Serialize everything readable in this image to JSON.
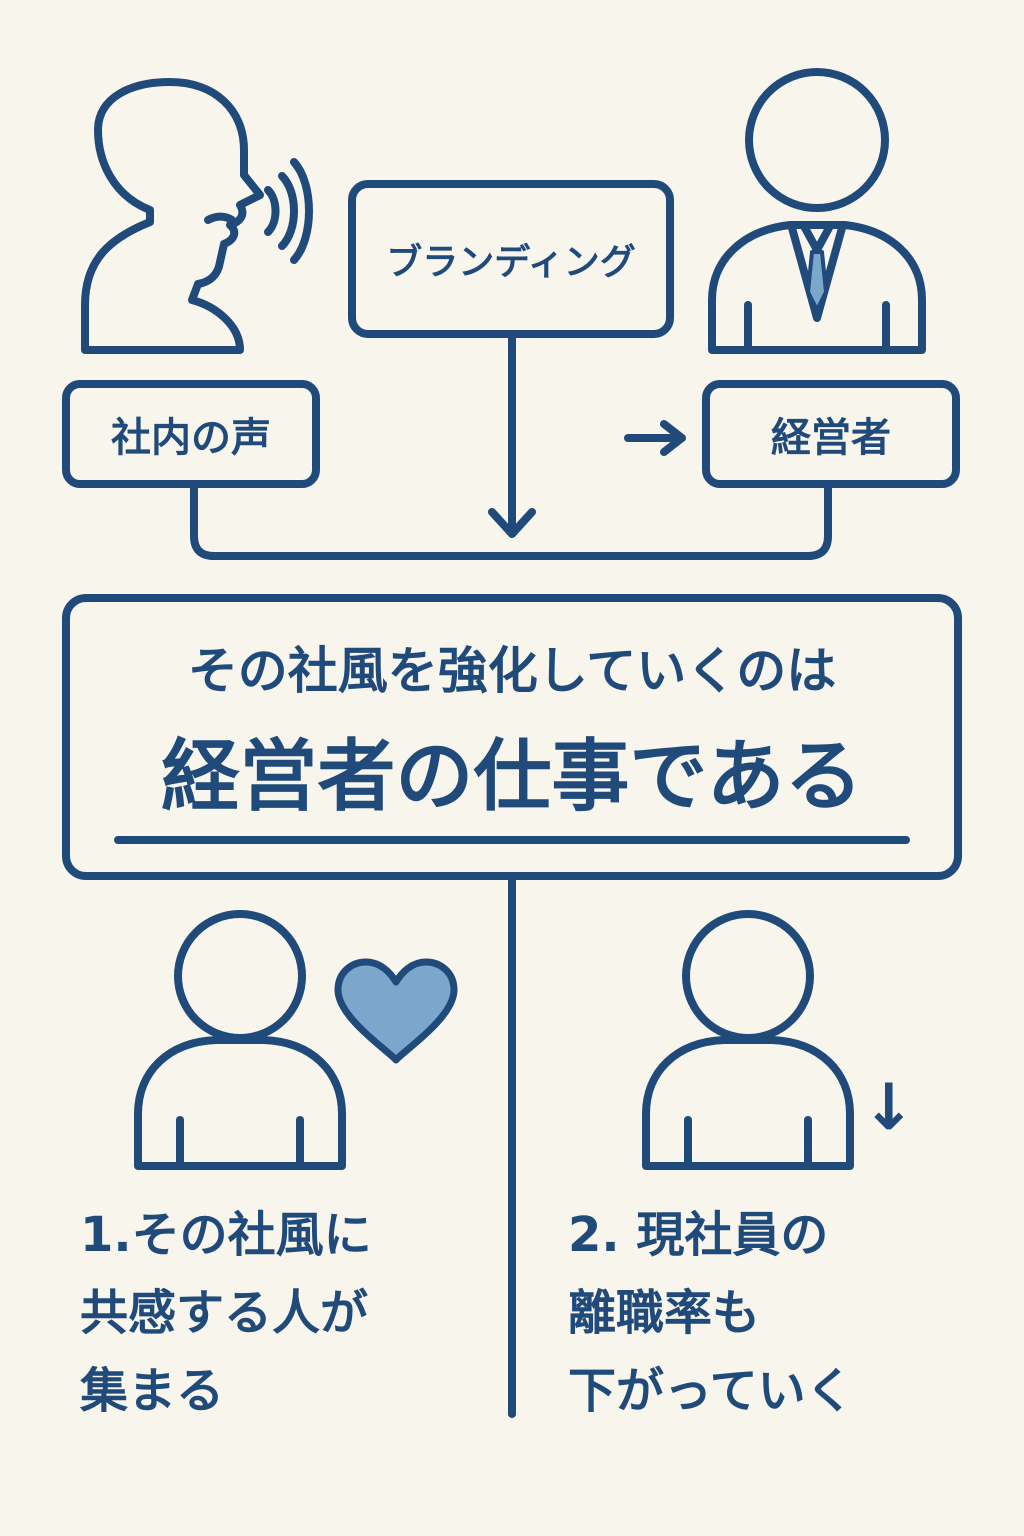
{
  "colors": {
    "background": "#f8f5ec",
    "primary": "#1f4a7a",
    "accent": "#7ba7cc"
  },
  "top": {
    "voice_label": "社内の声",
    "branding_label": "ブランディング",
    "executive_label": "経営者",
    "arrow_right": "→"
  },
  "main_box": {
    "line1": "その社風を強化していくのは",
    "line2": "経営者の仕事である"
  },
  "outcomes": {
    "left": {
      "line1": "1.その社風に",
      "line2": "共感する人が",
      "line3": "集まる"
    },
    "right": {
      "line1": "2. 現社員の",
      "line2": "離職率も",
      "line3": "下がっていく",
      "arrow_down": "↓"
    }
  },
  "icons": {
    "speaker": "speaking-person-icon",
    "executive": "businessman-icon",
    "heart": "heart-icon",
    "employee_left": "person-icon",
    "employee_right": "person-icon"
  }
}
